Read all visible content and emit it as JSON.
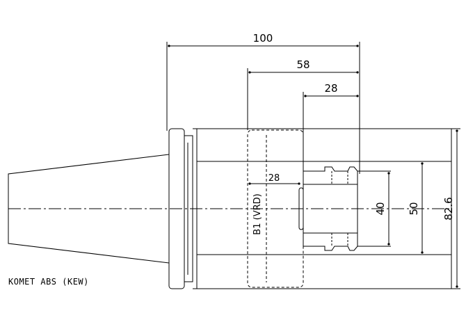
{
  "dimensions": {
    "overall_length": "100",
    "length_to_bore": "58",
    "bore_depth": "28",
    "inner_depth": "28",
    "inner_diameter": "40",
    "pocket_diameter": "50",
    "outer_diameter": "82.6"
  },
  "labels": {
    "bore_label": "B1 (VRD)",
    "caption": "KOMET ABS (KEW)"
  },
  "colors": {
    "line": "#000000",
    "background": "#ffffff"
  }
}
